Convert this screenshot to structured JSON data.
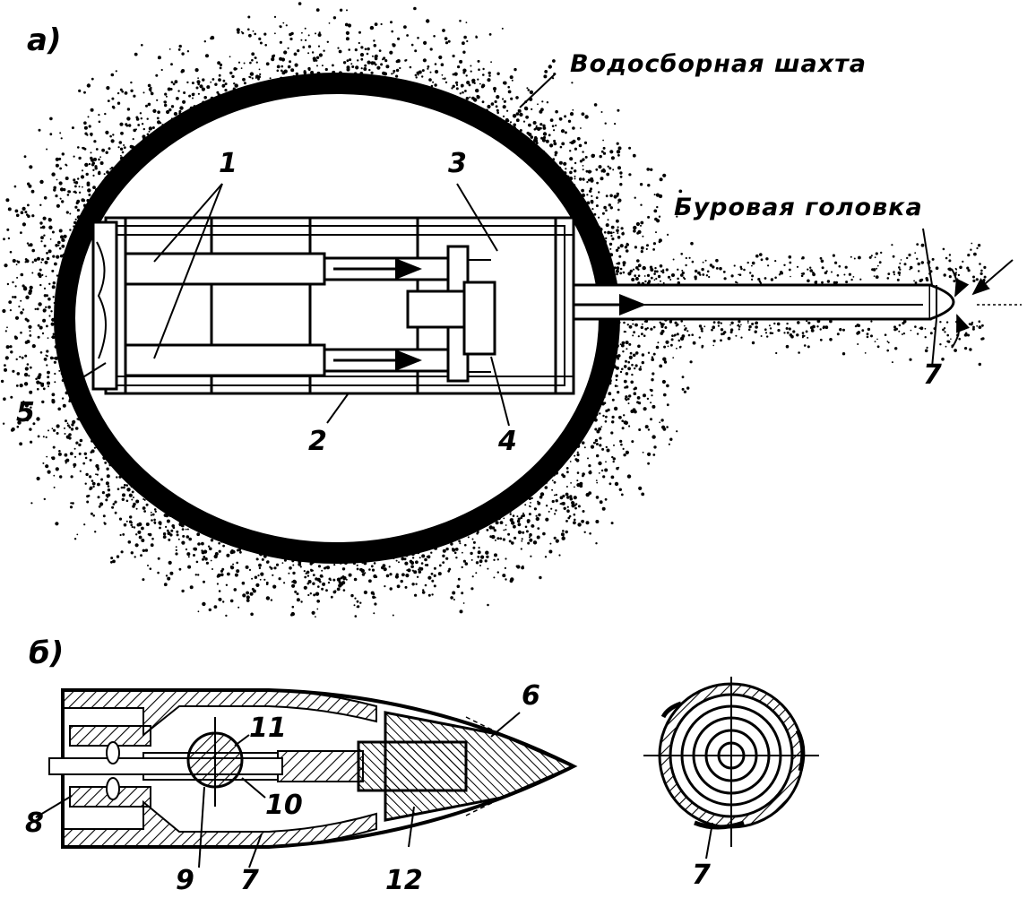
{
  "figure": {
    "panel_a": {
      "letter": "а)",
      "label_shaft": "Водосборная шахта",
      "label_head": "Буровая головка",
      "num_1": "1",
      "num_2": "2",
      "num_3": "3",
      "num_4": "4",
      "num_5": "5",
      "num_7": "7"
    },
    "panel_b": {
      "letter": "б)",
      "num_6": "6",
      "num_7a": "7",
      "num_7b": "7",
      "num_8": "8",
      "num_9": "9",
      "num_10": "10",
      "num_11": "11",
      "num_12": "12"
    }
  },
  "colors": {
    "ink": "#000000",
    "paper": "#ffffff"
  }
}
